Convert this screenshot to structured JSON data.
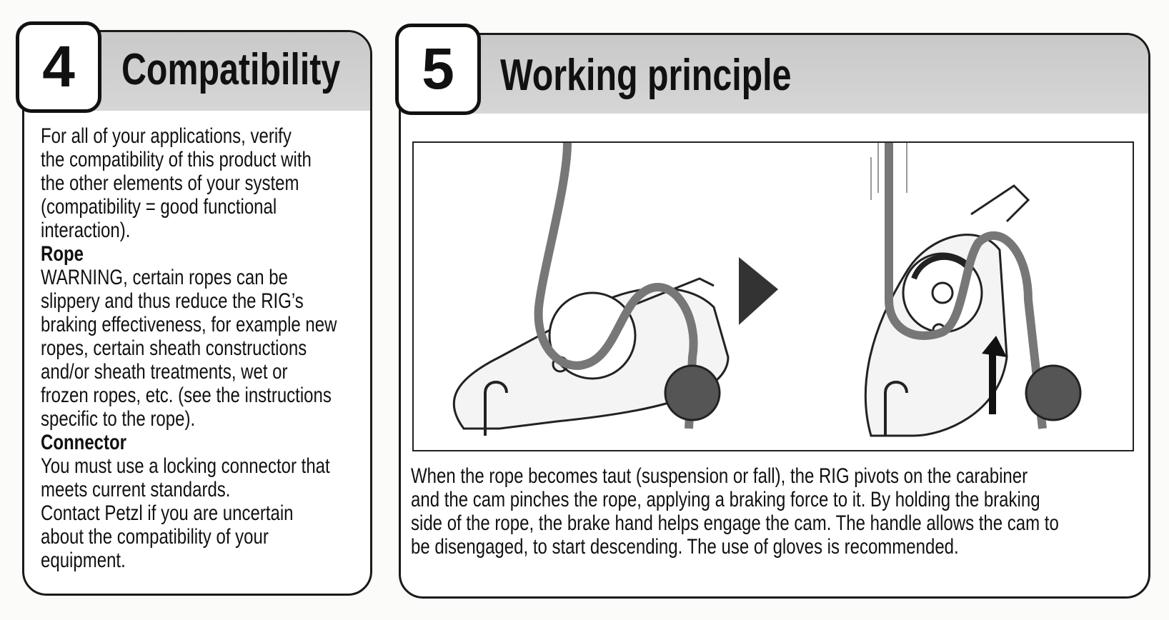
{
  "compatibility": {
    "number": "4",
    "title": "Compatibility",
    "intro_lines": [
      "For all of your applications, verify",
      "the compatibility of this product with",
      "the other elements of your system",
      "(compatibility = good functional",
      "interaction)."
    ],
    "rope_heading": "Rope",
    "rope_lines": [
      "WARNING, certain ropes can be",
      "slippery and thus reduce the RIG’s",
      "braking effectiveness, for example new",
      "ropes, certain sheath constructions",
      "and/or sheath treatments, wet or",
      "frozen ropes, etc. (see the instructions",
      "specific to the rope)."
    ],
    "connector_heading": "Connector",
    "connector_lines": [
      "You must use a locking connector that",
      "meets current standards.",
      "Contact Petzl if you are uncertain",
      "about the compatibility of your",
      "equipment."
    ]
  },
  "working_principle": {
    "number": "5",
    "title": "Working principle",
    "description_lines": [
      "When the rope becomes taut (suspension or fall), the RIG pivots on the carabiner",
      "and the cam pinches the rope, applying a braking force to it. By holding the braking",
      "side of the rope, the brake hand helps engage the cam. The handle allows the cam to",
      "be disengaged, to start descending. The use of gloves is recommended."
    ]
  }
}
